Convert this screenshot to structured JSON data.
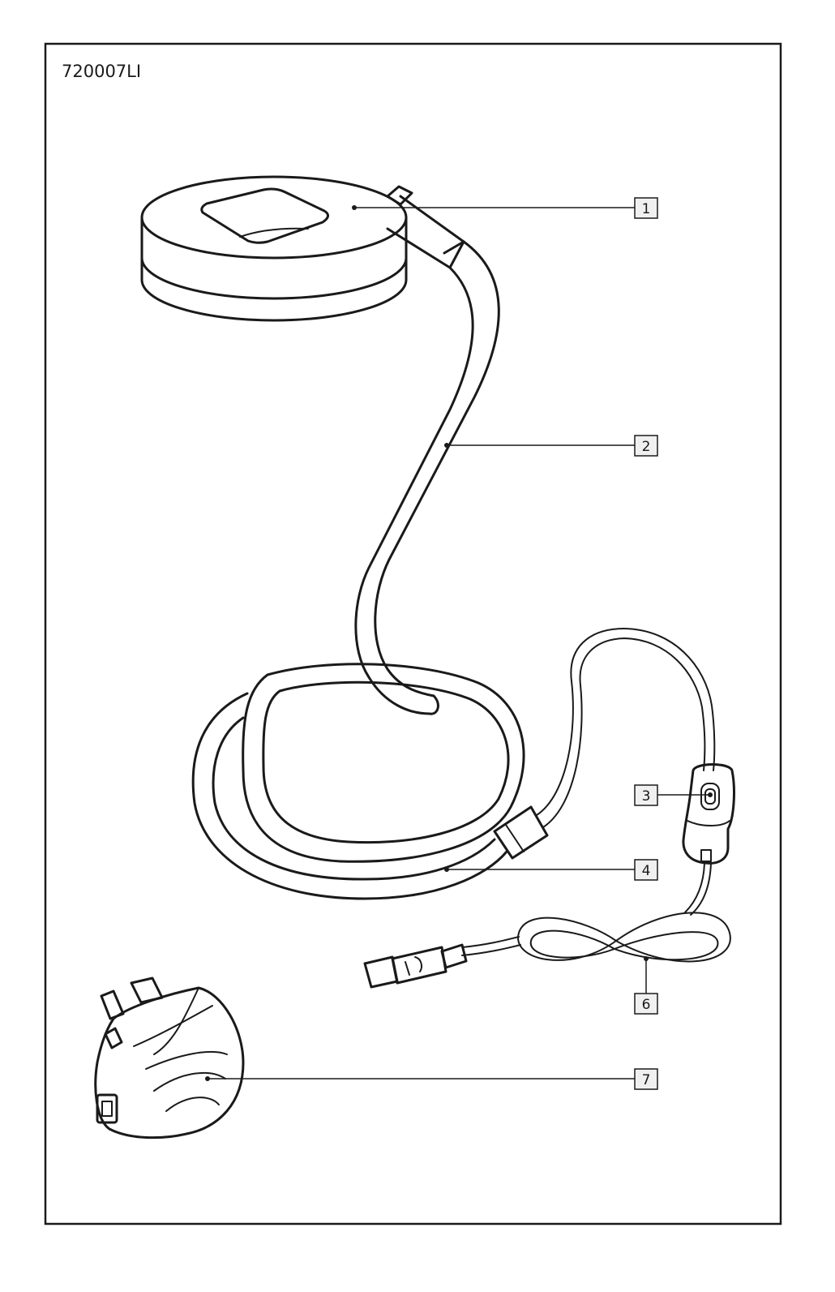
{
  "model_code": "720007LI",
  "callouts": [
    {
      "label": "1",
      "part": "lamp-head"
    },
    {
      "label": "2",
      "part": "gooseneck-arm"
    },
    {
      "label": "3",
      "part": "inline-switch"
    },
    {
      "label": "4",
      "part": "base"
    },
    {
      "label": "6",
      "part": "usb-cable"
    },
    {
      "label": "7",
      "part": "plug-adapter"
    }
  ],
  "colors": {
    "line": "#1a1a1a",
    "callout_fill": "#f0f0f0",
    "background": "#ffffff"
  }
}
